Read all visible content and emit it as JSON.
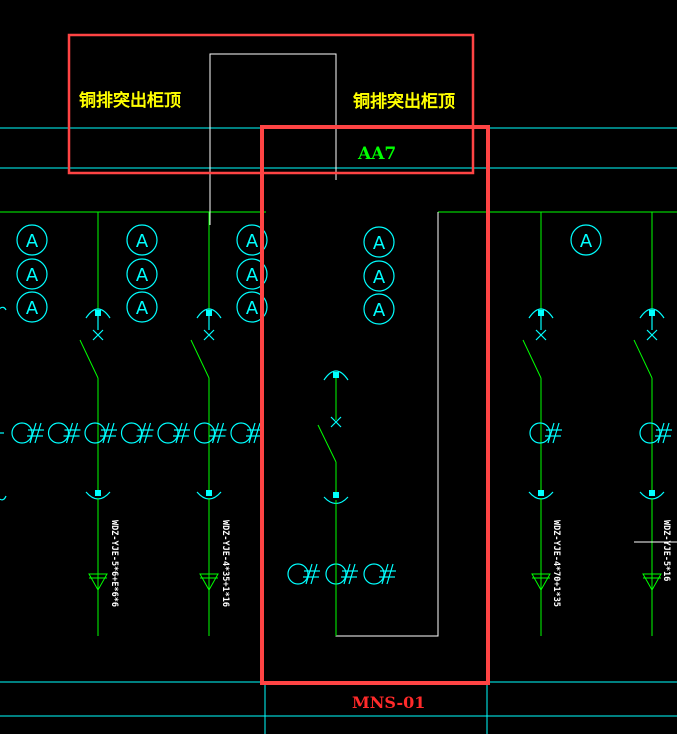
{
  "labels": {
    "busbar_left": "铜排突出柜顶",
    "busbar_right": "铜排突出柜顶",
    "cabinet_id": "AA7",
    "panel_id": "MNS-01",
    "ammeter_symbol": "A"
  },
  "cable_labels": [
    "WDZ-YJE-5*6+E*6*6",
    "WDZ-YJE-4*35+1*16",
    "WDZ-YJE-4*70+1*35",
    "WDZ-YJE-5*16"
  ],
  "colors": {
    "background": "#000000",
    "cyan": "#00ffff",
    "green": "#00ff00",
    "yellow": "#ffff00",
    "red_highlight": "#ff4444",
    "white": "#ffffff"
  }
}
